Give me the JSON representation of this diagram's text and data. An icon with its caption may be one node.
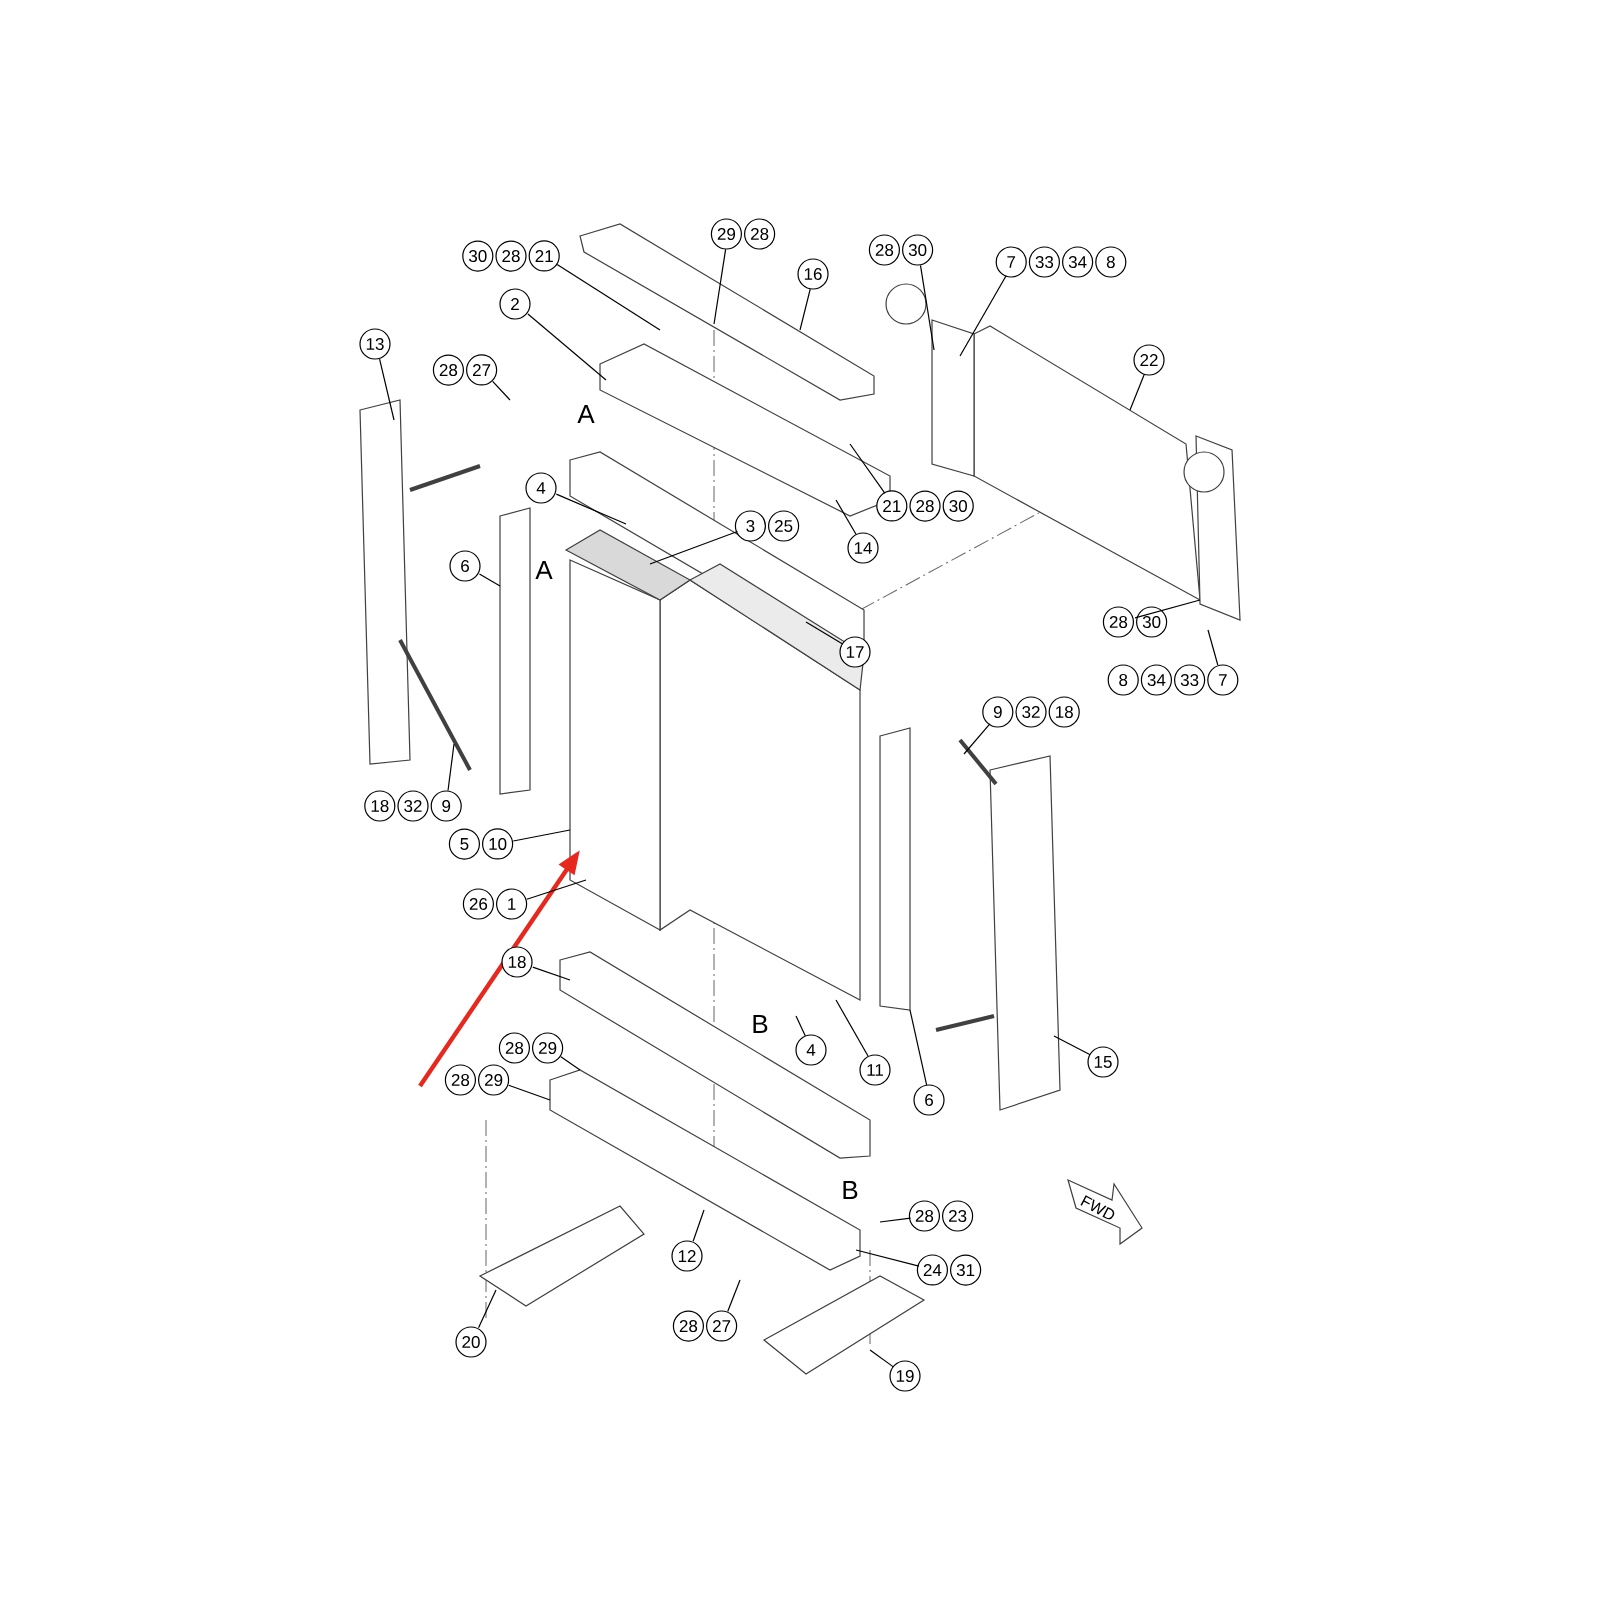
{
  "diagram": {
    "nodes": [
      {
        "text": [
          "30",
          "28",
          "21"
        ]
      },
      {
        "text": [
          "29",
          "28"
        ]
      },
      {
        "text": [
          "28",
          "30"
        ]
      },
      {
        "text": [
          "7",
          "33",
          "34",
          "8"
        ]
      },
      {
        "text": [
          "16"
        ]
      },
      {
        "text": [
          "2"
        ]
      },
      {
        "text": [
          "13"
        ]
      },
      {
        "text": [
          "22"
        ]
      },
      {
        "text": [
          "28",
          "27"
        ]
      },
      {
        "text": [
          "4"
        ]
      },
      {
        "text": [
          "21",
          "28",
          "30"
        ]
      },
      {
        "text": [
          "3",
          "25"
        ]
      },
      {
        "text": [
          "14"
        ]
      },
      {
        "text": [
          "6"
        ]
      },
      {
        "text": [
          "28",
          "30"
        ]
      },
      {
        "text": [
          "17"
        ]
      },
      {
        "text": [
          "8",
          "34",
          "33",
          "7"
        ]
      },
      {
        "text": [
          "9",
          "32",
          "18"
        ]
      },
      {
        "text": [
          "18",
          "32",
          "9"
        ]
      },
      {
        "text": [
          "5",
          "10"
        ]
      },
      {
        "text": [
          "26",
          "1"
        ]
      },
      {
        "text": [
          "18"
        ]
      },
      {
        "text": [
          "4"
        ]
      },
      {
        "text": [
          "11"
        ]
      },
      {
        "text": [
          "15"
        ]
      },
      {
        "text": [
          "6"
        ]
      },
      {
        "text": [
          "28",
          "29"
        ]
      },
      {
        "text": [
          "28",
          "29"
        ]
      },
      {
        "text": [
          "28",
          "23"
        ]
      },
      {
        "text": [
          "12"
        ]
      },
      {
        "text": [
          "24",
          "31"
        ]
      },
      {
        "text": [
          "28",
          "27"
        ]
      },
      {
        "text": [
          "20"
        ]
      },
      {
        "text": [
          "19"
        ]
      }
    ],
    "edges": [
      {
        "from": 0,
        "to": null,
        "arrow": "none"
      },
      {
        "from": 1,
        "to": null,
        "arrow": "none"
      },
      {
        "from": 2,
        "to": null,
        "arrow": "none"
      },
      {
        "from": 3,
        "to": null,
        "arrow": "none"
      },
      {
        "from": 4,
        "to": null,
        "arrow": "none"
      },
      {
        "from": 5,
        "to": null,
        "arrow": "none"
      },
      {
        "from": 6,
        "to": null,
        "arrow": "none"
      },
      {
        "from": 7,
        "to": null,
        "arrow": "none"
      },
      {
        "from": 8,
        "to": null,
        "arrow": "none"
      },
      {
        "from": 9,
        "to": null,
        "arrow": "none"
      },
      {
        "from": 10,
        "to": null,
        "arrow": "none"
      },
      {
        "from": 11,
        "to": null,
        "arrow": "none"
      },
      {
        "from": 12,
        "to": null,
        "arrow": "none"
      },
      {
        "from": 13,
        "to": null,
        "arrow": "none"
      },
      {
        "from": 14,
        "to": null,
        "arrow": "none"
      },
      {
        "from": 15,
        "to": null,
        "arrow": "none"
      },
      {
        "from": 16,
        "to": null,
        "arrow": "none"
      },
      {
        "from": 17,
        "to": null,
        "arrow": "none"
      },
      {
        "from": 18,
        "to": null,
        "arrow": "none"
      },
      {
        "from": 19,
        "to": null,
        "arrow": "none"
      },
      {
        "from": 20,
        "to": null,
        "arrow": "none"
      },
      {
        "from": 21,
        "to": null,
        "arrow": "none"
      },
      {
        "from": 22,
        "to": null,
        "arrow": "none"
      },
      {
        "from": 23,
        "to": null,
        "arrow": "none"
      },
      {
        "from": 24,
        "to": null,
        "arrow": "none"
      },
      {
        "from": 25,
        "to": null,
        "arrow": "none"
      },
      {
        "from": 26,
        "to": null,
        "arrow": "none"
      },
      {
        "from": 27,
        "to": null,
        "arrow": "none"
      },
      {
        "from": 28,
        "to": null,
        "arrow": "none"
      },
      {
        "from": 29,
        "to": null,
        "arrow": "none"
      },
      {
        "from": 30,
        "to": null,
        "arrow": "none"
      },
      {
        "from": 31,
        "to": null,
        "arrow": "none"
      },
      {
        "from": 32,
        "to": null,
        "arrow": "none"
      },
      {
        "from": 33,
        "to": null,
        "arrow": "none"
      }
    ],
    "labels": [
      "A",
      "A",
      "B",
      "B",
      "FWD"
    ]
  }
}
